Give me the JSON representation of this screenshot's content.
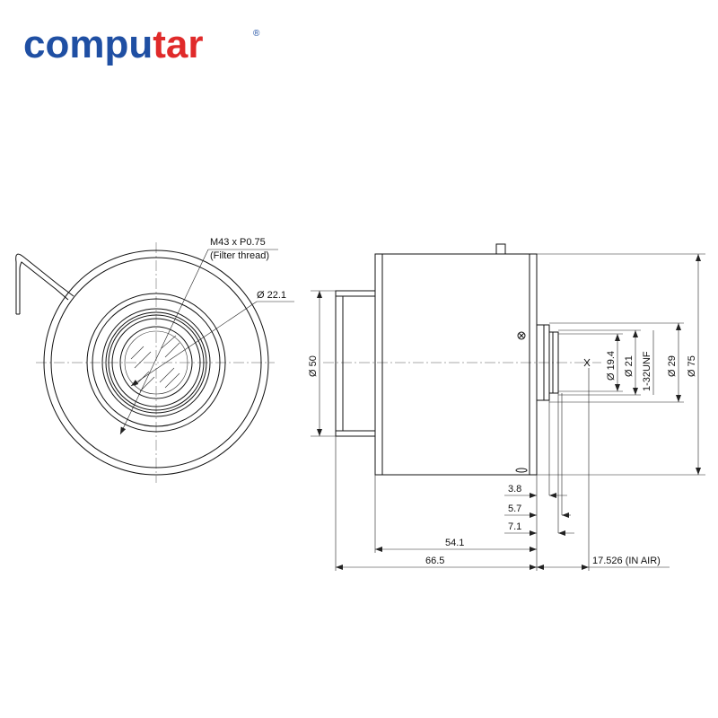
{
  "brand": {
    "name_main": "compu",
    "name_accent": "tar",
    "registered": "®",
    "color_main": "#1f4fa3",
    "color_accent": "#e02a2a"
  },
  "front_view": {
    "thread_label": "M43 x P0.75",
    "thread_note": "(Filter thread)",
    "aperture_label": "Ø 22.1"
  },
  "side_view": {
    "dia_front": "Ø 50",
    "dia_rear_inner": "Ø 19.4",
    "dia_rear": "Ø 21",
    "mount_thread": "1-32UNF",
    "dia_rear_flange": "Ø 29",
    "dia_body": "Ø 75"
  },
  "dimensions": {
    "d1": "3.8",
    "d2": "5.7",
    "d3": "7.1",
    "body_length": "54.1",
    "total_length": "66.5",
    "back_focus": "17.526 (IN AIR)"
  }
}
